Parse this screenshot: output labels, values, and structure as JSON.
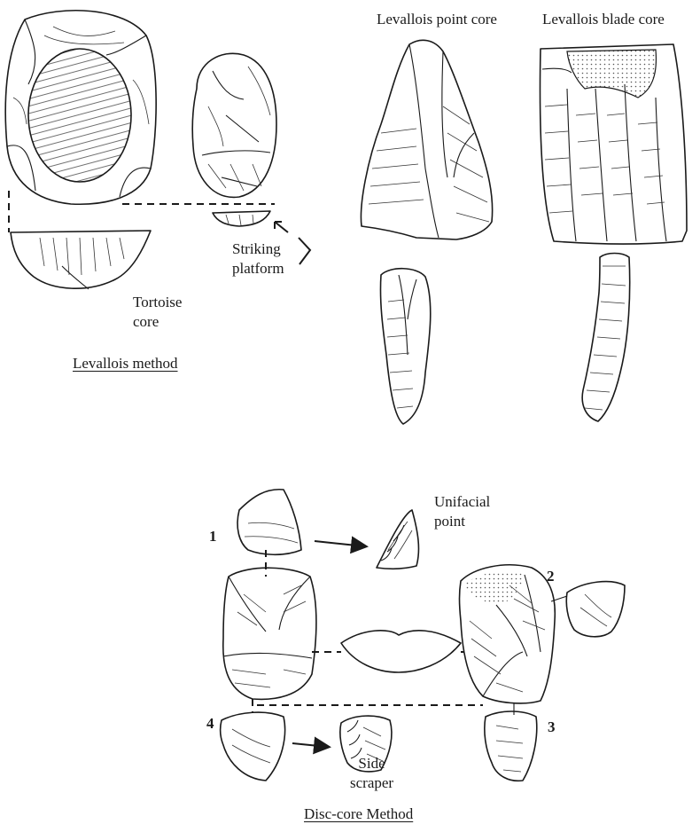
{
  "levallois": {
    "method_title": "Levallois method",
    "tortoise_core": "Tortoise\ncore",
    "striking_platform": "Striking\nplatform",
    "point_core": "Levallois point core",
    "blade_core": "Levallois blade core"
  },
  "disc": {
    "method_title": "Disc-core Method",
    "unifacial_point": "Unifacial\npoint",
    "side_scraper": "Side\nscraper",
    "flake_numbers": [
      "1",
      "2",
      "3",
      "4"
    ]
  }
}
